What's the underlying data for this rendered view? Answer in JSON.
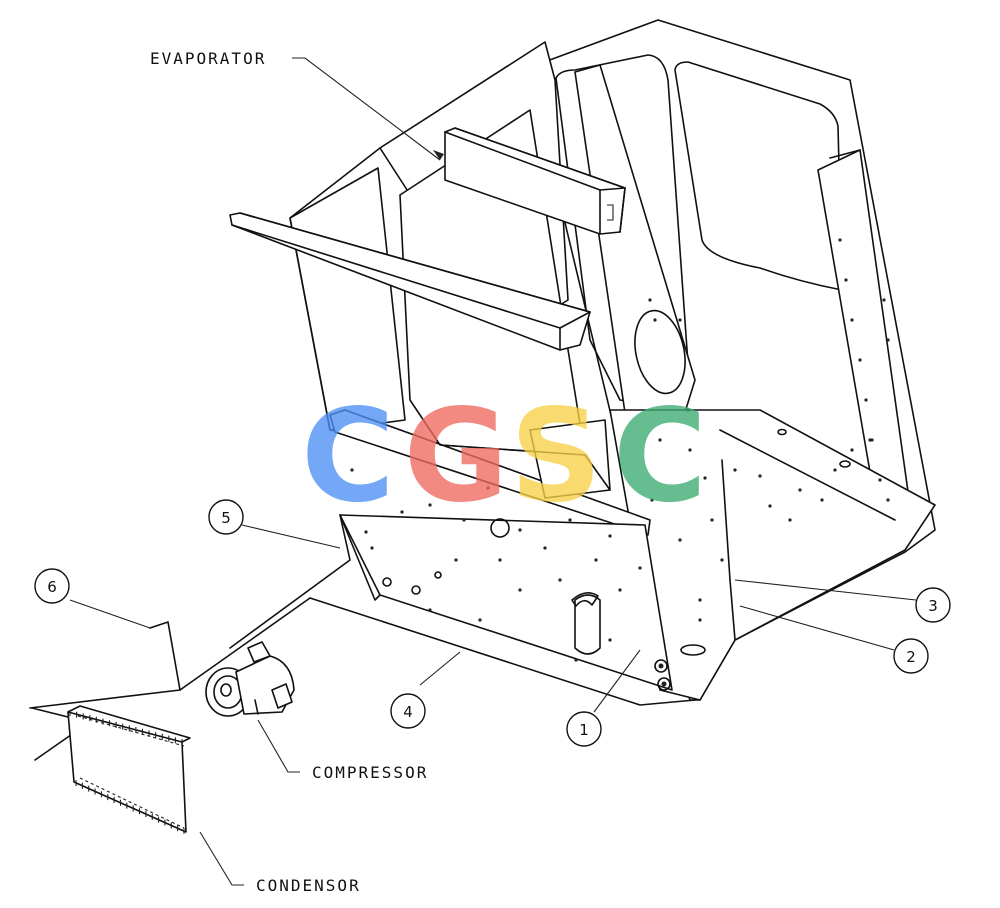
{
  "labels": {
    "evaporator": "EVAPORATOR",
    "compressor": "COMPRESSOR",
    "condensor": "CONDENSOR"
  },
  "callouts": [
    "1",
    "2",
    "3",
    "4",
    "5",
    "6"
  ],
  "watermark": {
    "letters": [
      "C",
      "G",
      "S",
      "C"
    ],
    "colors": [
      "#4f8ff5",
      "#ef6a5f",
      "#f7d046",
      "#3cab72"
    ]
  }
}
